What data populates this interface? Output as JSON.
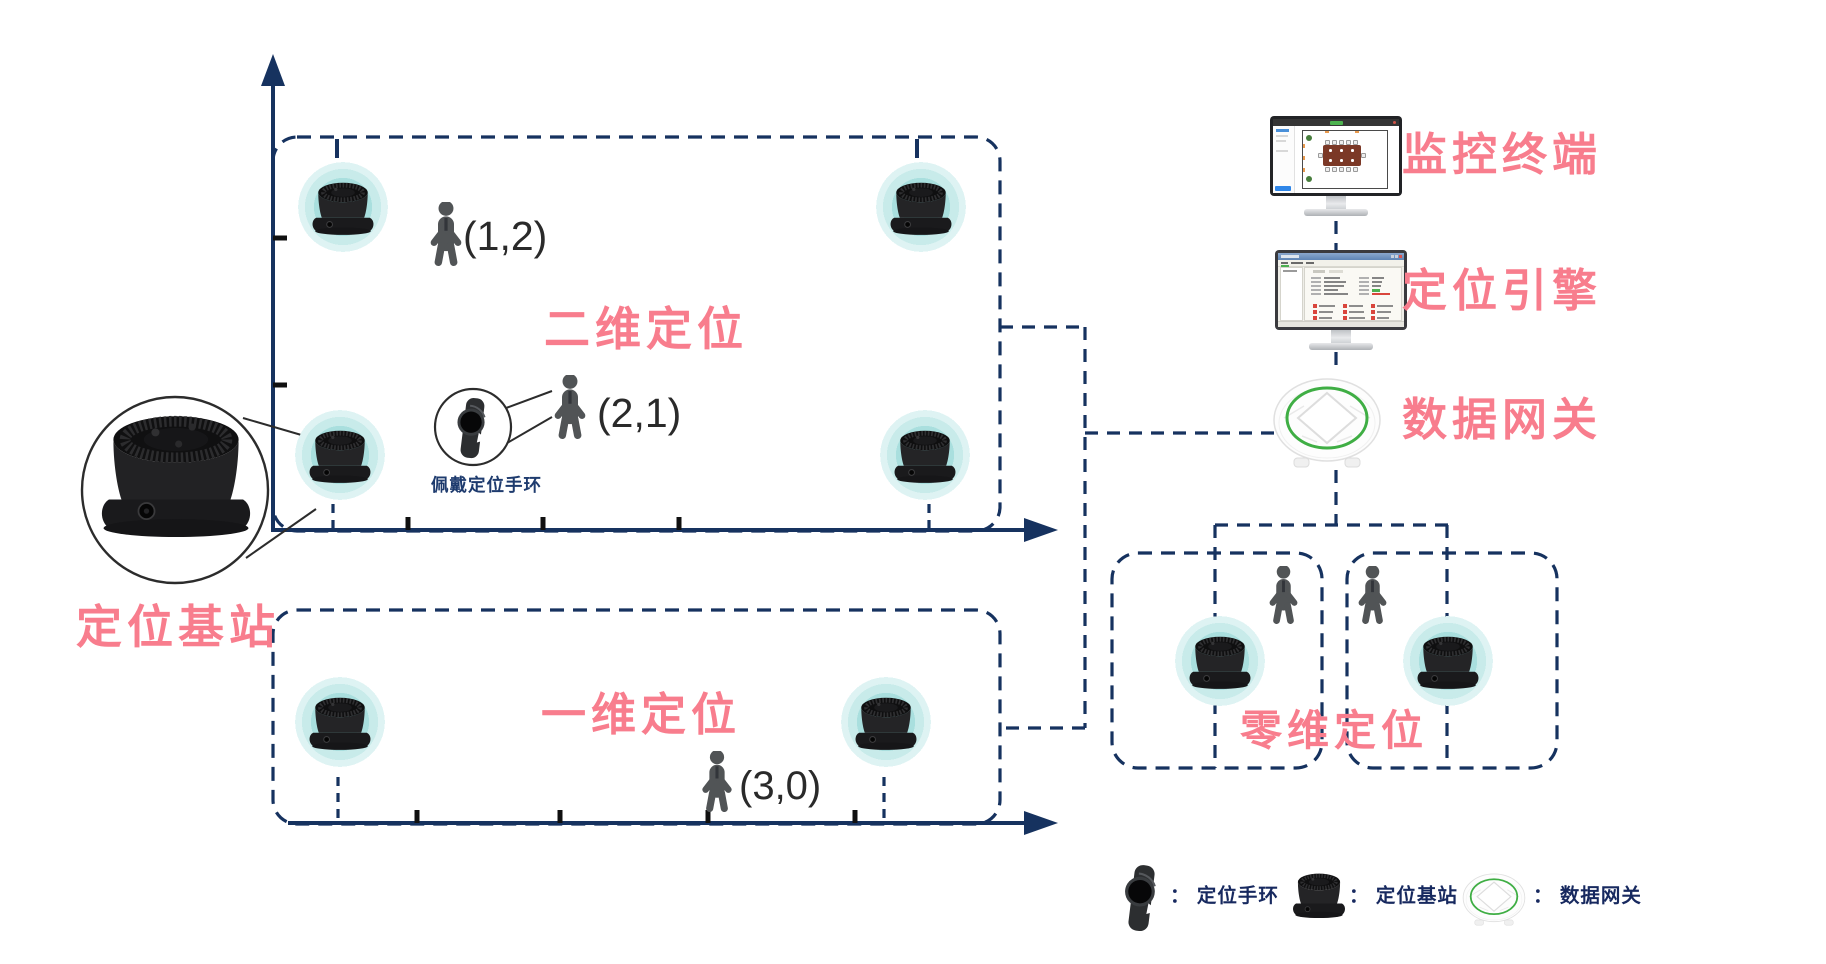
{
  "zones": {
    "two_d": {
      "label": "二维定位"
    },
    "one_d": {
      "label": "一维定位"
    },
    "zero_d": {
      "label": "零维定位"
    }
  },
  "persons": [
    {
      "coord_label": "(1,2)"
    },
    {
      "coord_label": "(2,1)"
    },
    {
      "coord_label": "(3,0)"
    }
  ],
  "callouts": {
    "base_station_label": "定位基站",
    "wristband_label": "佩戴定位手环"
  },
  "right_column": {
    "monitor_label": "监控终端",
    "engine_label": "定位引擎",
    "gateway_label": "数据网关"
  },
  "legend": {
    "items": [
      {
        "icon": "wristband-icon",
        "label": "： 定位手环"
      },
      {
        "icon": "base-station-icon",
        "label": "： 定位基站"
      },
      {
        "icon": "gateway-icon",
        "label": "： 数据网关"
      }
    ]
  },
  "colors": {
    "accent_pink": "#f87d8d",
    "line_navy": "#16325f",
    "glow_teal": "#8fd4d3",
    "device_black": "#1d1d1f",
    "gateway_green": "#3fae44",
    "person_gray": "#515456"
  }
}
